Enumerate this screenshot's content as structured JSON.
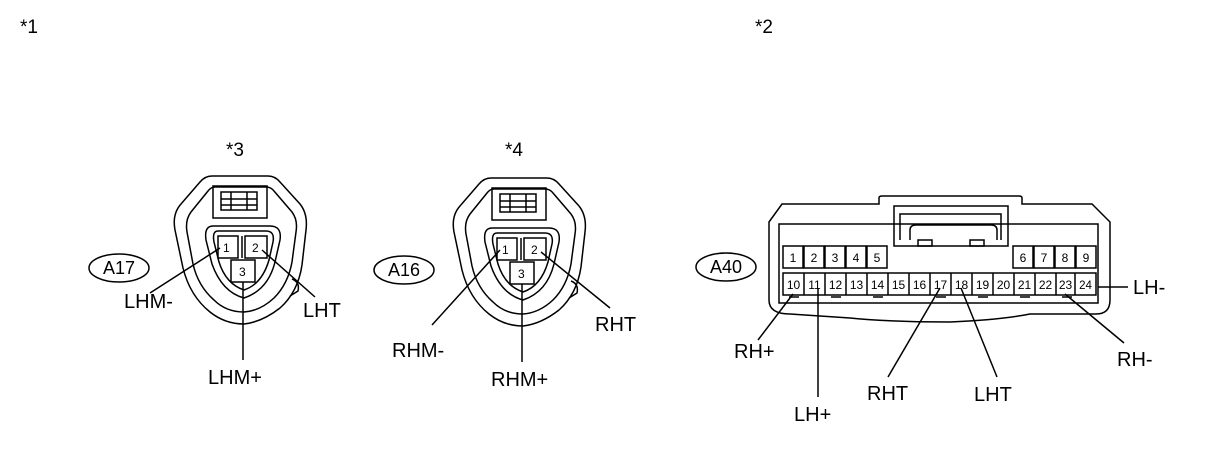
{
  "markers": {
    "m1": "*1",
    "m2": "*2",
    "m3": "*3",
    "m4": "*4"
  },
  "connectors": [
    {
      "id": "A17",
      "pins": [
        "1",
        "2",
        "3"
      ],
      "labels": {
        "pin1": "LHM-",
        "pin2": "LHT",
        "pin3": "LHM+"
      }
    },
    {
      "id": "A16",
      "pins": [
        "1",
        "2",
        "3"
      ],
      "labels": {
        "pin1": "RHM-",
        "pin2": "RHT",
        "pin3": "RHM+"
      }
    },
    {
      "id": "A40",
      "top_pins_left": [
        "1",
        "2",
        "3",
        "4",
        "5"
      ],
      "top_pins_right": [
        "6",
        "7",
        "8",
        "9"
      ],
      "bottom_pins": [
        "10",
        "11",
        "12",
        "13",
        "14",
        "15",
        "16",
        "17",
        "18",
        "19",
        "20",
        "21",
        "22",
        "23",
        "24"
      ],
      "labels": {
        "pin10": "RH+",
        "pin11": "LH+",
        "pin17": "RHT",
        "pin18": "LHT",
        "pin23": "RH-",
        "pin24": "LH-"
      }
    }
  ]
}
